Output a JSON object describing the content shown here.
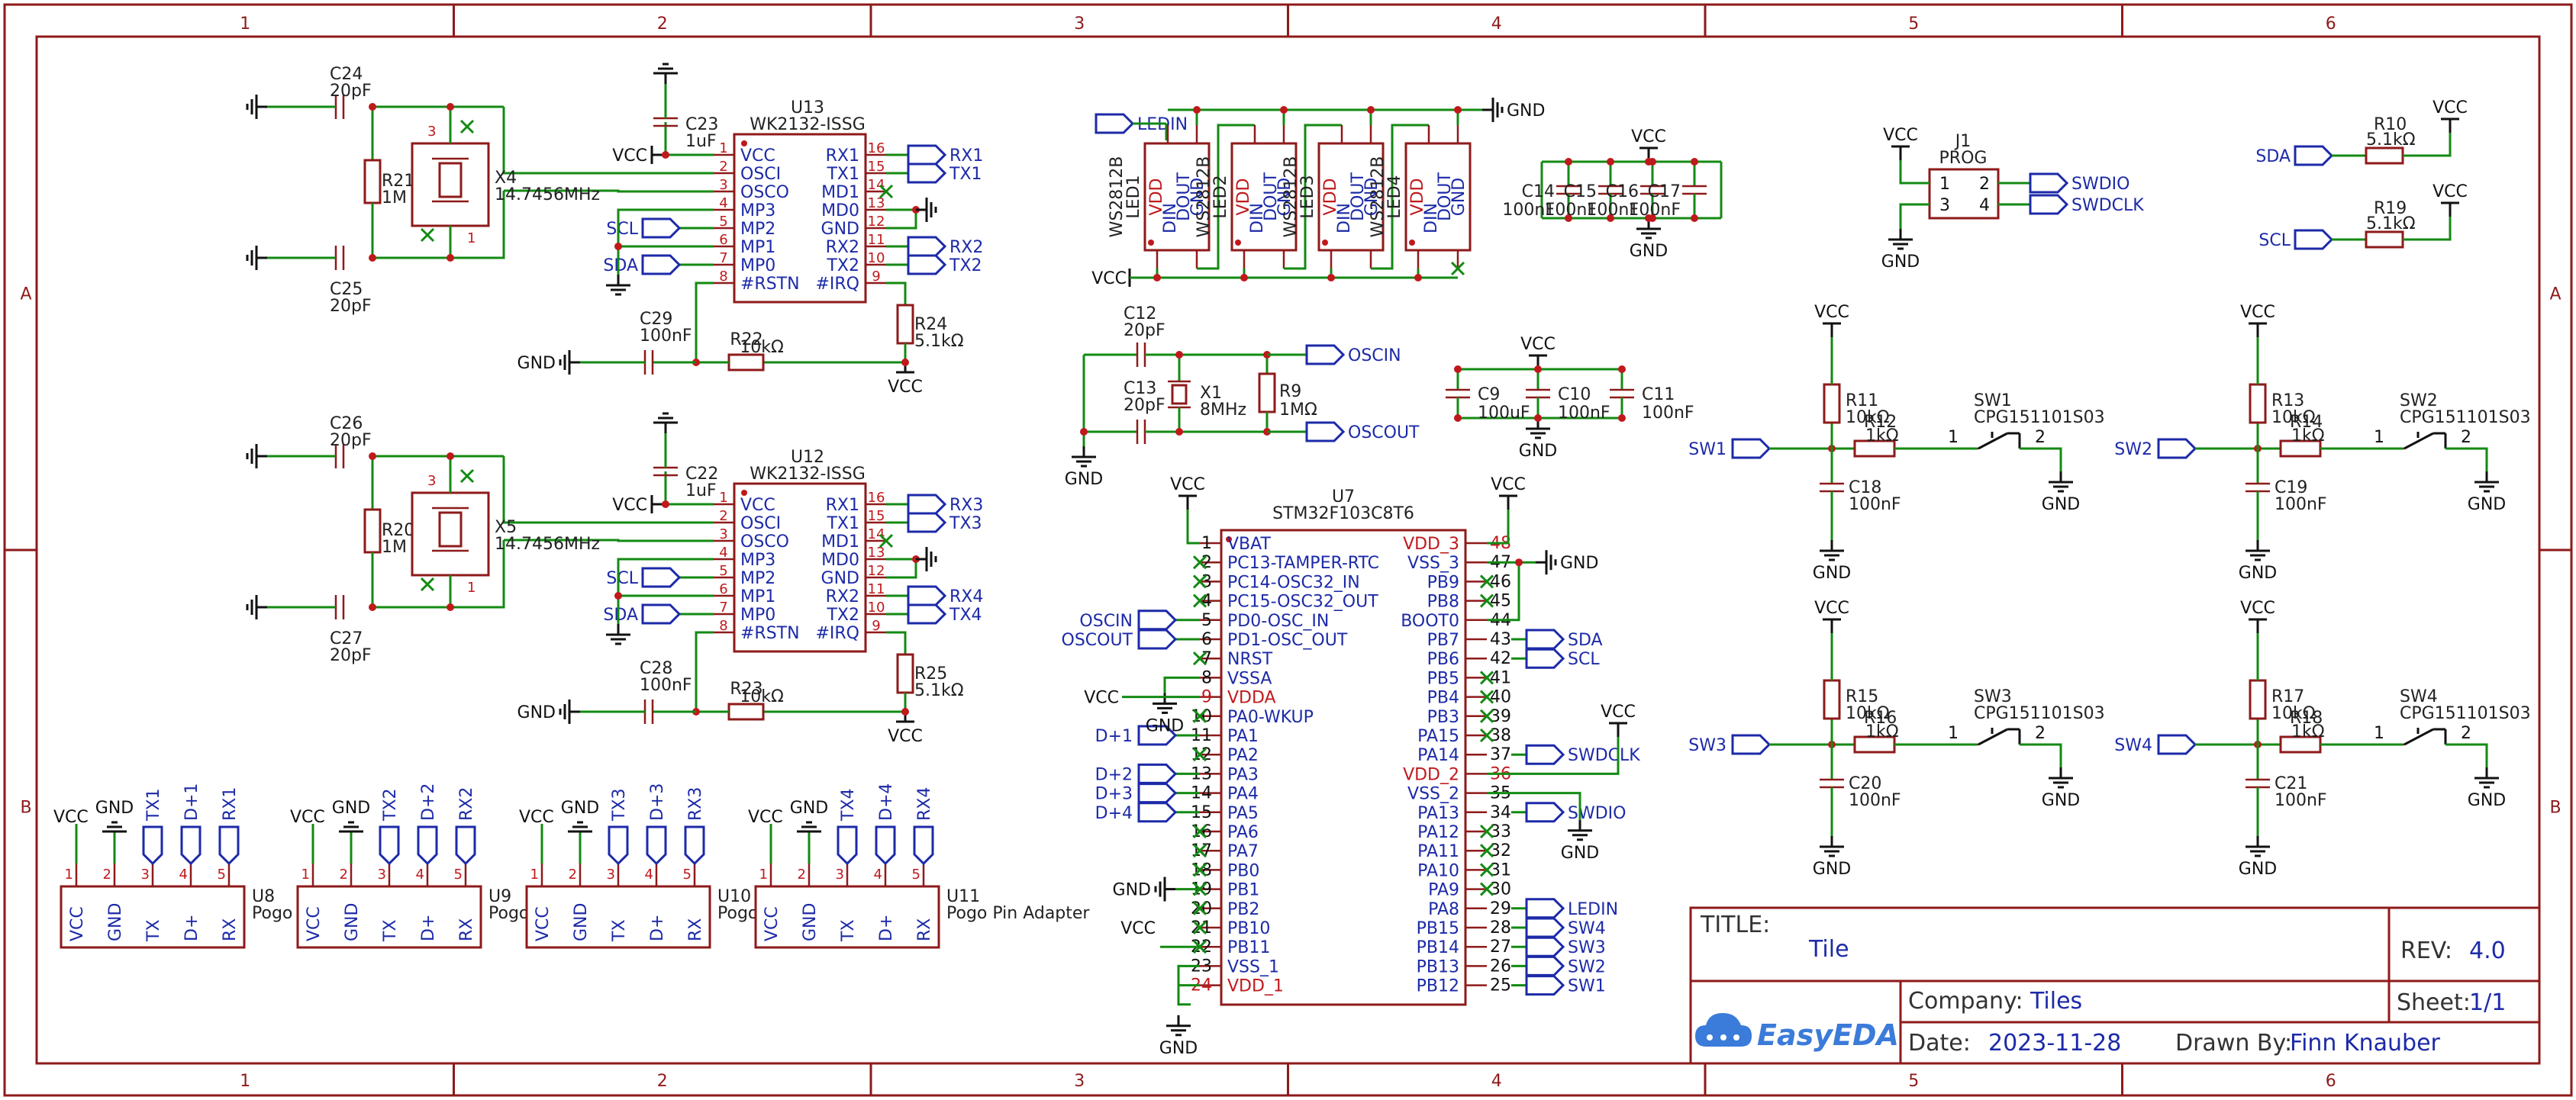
{
  "grid": {
    "columns": [
      "1",
      "2",
      "3",
      "4",
      "5",
      "6"
    ],
    "rows": [
      "A",
      "B"
    ]
  },
  "title_block": {
    "title_label": "TITLE:",
    "title_value": "Tile",
    "rev_label": "REV:",
    "rev_value": "4.0",
    "company_label": "Company:",
    "company_value": "Tiles",
    "sheet_label": "Sheet:",
    "sheet_value": "1/1",
    "date_label": "Date:",
    "date_value": "2023-11-28",
    "drawn_label": "Drawn By:",
    "drawn_value": "Finn Knauber",
    "logo_text": "EasyEDA"
  },
  "uarts": [
    {
      "ref": "U13",
      "part": "WK2132-ISSG",
      "xtal_ref": "X4",
      "xtal_val": "14.7456MHz",
      "c_top_ref": "C24",
      "c_top_val": "20pF",
      "c_bot_ref": "C25",
      "c_bot_val": "20pF",
      "r_ref": "R21",
      "r_val": "1M",
      "c_dec_ref": "C23",
      "c_dec_val": "1uF",
      "c_rst_ref": "C29",
      "c_rst_val": "100nF",
      "r_rst_ref": "R22",
      "r_rst_val": "10kΩ",
      "r_irq_ref": "R24",
      "r_irq_val": "5.1kΩ",
      "left_pins": [
        [
          "1",
          "VCC"
        ],
        [
          "2",
          "OSCI"
        ],
        [
          "3",
          "OSCO"
        ],
        [
          "4",
          "MP3"
        ],
        [
          "5",
          "MP2"
        ],
        [
          "6",
          "MP1"
        ],
        [
          "7",
          "MP0"
        ],
        [
          "8",
          "#RSTN"
        ]
      ],
      "right_pins": [
        [
          "16",
          "RX1"
        ],
        [
          "15",
          "TX1"
        ],
        [
          "14",
          "MD1"
        ],
        [
          "13",
          "MD0"
        ],
        [
          "12",
          "GND"
        ],
        [
          "11",
          "RX2"
        ],
        [
          "10",
          "TX2"
        ],
        [
          "9",
          "#IRQ"
        ]
      ],
      "nets_right": [
        "RX1",
        "TX1",
        "RX2",
        "TX2"
      ],
      "nets_left": [
        "SCL",
        "SDA"
      ],
      "vcc": "VCC",
      "gnd": "GND"
    },
    {
      "ref": "U12",
      "part": "WK2132-ISSG",
      "xtal_ref": "X5",
      "xtal_val": "14.7456MHz",
      "c_top_ref": "C26",
      "c_top_val": "20pF",
      "c_bot_ref": "C27",
      "c_bot_val": "20pF",
      "r_ref": "R20",
      "r_val": "1M",
      "c_dec_ref": "C22",
      "c_dec_val": "1uF",
      "c_rst_ref": "C28",
      "c_rst_val": "100nF",
      "r_rst_ref": "R23",
      "r_rst_val": "10kΩ",
      "r_irq_ref": "R25",
      "r_irq_val": "5.1kΩ",
      "left_pins": [
        [
          "1",
          "VCC"
        ],
        [
          "2",
          "OSCI"
        ],
        [
          "3",
          "OSCO"
        ],
        [
          "4",
          "MP3"
        ],
        [
          "5",
          "MP2"
        ],
        [
          "6",
          "MP1"
        ],
        [
          "7",
          "MP0"
        ],
        [
          "8",
          "#RSTN"
        ]
      ],
      "right_pins": [
        [
          "16",
          "RX1"
        ],
        [
          "15",
          "TX1"
        ],
        [
          "14",
          "MD1"
        ],
        [
          "13",
          "MD0"
        ],
        [
          "12",
          "GND"
        ],
        [
          "11",
          "RX2"
        ],
        [
          "10",
          "TX2"
        ],
        [
          "9",
          "#IRQ"
        ]
      ],
      "nets_right": [
        "RX3",
        "TX3",
        "RX4",
        "TX4"
      ],
      "nets_left": [
        "SCL",
        "SDA"
      ],
      "vcc": "VCC",
      "gnd": "GND"
    }
  ],
  "pogo": [
    {
      "ref": "U8",
      "name": "Pogo Pin Adapter",
      "tx": "TX1",
      "dp": "D+1",
      "rx": "RX1"
    },
    {
      "ref": "U9",
      "name": "Pogo Pin Adapter",
      "tx": "TX2",
      "dp": "D+2",
      "rx": "RX2"
    },
    {
      "ref": "U10",
      "name": "Pogo Pin Adapter",
      "tx": "TX3",
      "dp": "D+3",
      "rx": "RX3"
    },
    {
      "ref": "U11",
      "name": "Pogo Pin Adapter",
      "tx": "TX4",
      "dp": "D+4",
      "rx": "RX4"
    }
  ],
  "pogo_pins": [
    [
      "1",
      "VCC"
    ],
    [
      "2",
      "GND"
    ],
    [
      "3",
      "TX"
    ],
    [
      "4",
      "D+"
    ],
    [
      "5",
      "RX"
    ]
  ],
  "leds": {
    "items": [
      {
        "ref": "LED1",
        "part": "WS2812B"
      },
      {
        "ref": "LED2",
        "part": "WS2812B"
      },
      {
        "ref": "LED3",
        "part": "WS2812B"
      },
      {
        "ref": "LED4",
        "part": "WS2812B"
      }
    ],
    "pin_labels": [
      "VDD",
      "DIN",
      "DOUT",
      "GND"
    ],
    "in_net": "LEDIN",
    "vcc": "VCC",
    "gnd": "GND"
  },
  "decoupling_top": {
    "caps": [
      [
        "C14",
        "100nF"
      ],
      [
        "C15",
        "100nF"
      ],
      [
        "C16",
        "100nF"
      ],
      [
        "C17",
        "100nF"
      ]
    ],
    "vcc": "VCC",
    "gnd": "GND"
  },
  "decoupling_mid": {
    "caps": [
      [
        "C9",
        "100uF"
      ],
      [
        "C10",
        "100nF"
      ],
      [
        "C11",
        "100nF"
      ]
    ],
    "vcc": "VCC",
    "gnd": "GND"
  },
  "prog": {
    "ref": "J1",
    "name": "PROG",
    "pins": [
      "1",
      "2",
      "3",
      "4"
    ],
    "nets": [
      "SWDIO",
      "SWDCLK"
    ],
    "vcc": "VCC",
    "gnd": "GND"
  },
  "pullups": [
    {
      "net": "SDA",
      "ref": "R10",
      "val": "5.1kΩ",
      "vcc": "VCC"
    },
    {
      "net": "SCL",
      "ref": "R19",
      "val": "5.1kΩ",
      "vcc": "VCC"
    }
  ],
  "hse": {
    "c_top_ref": "C12",
    "c_top_val": "20pF",
    "c_bot_ref": "C13",
    "c_bot_val": "20pF",
    "x_ref": "X1",
    "x_val": "8MHz",
    "r_ref": "R9",
    "r_val": "1MΩ",
    "net_in": "OSCIN",
    "net_out": "OSCOUT",
    "gnd": "GND"
  },
  "switches": [
    {
      "net": "SW1",
      "r_up": "R11",
      "r_up_val": "10kΩ",
      "r_s": "R12",
      "r_s_val": "1kΩ",
      "sw": "SW1",
      "part": "CPG151101S03",
      "c": "C18",
      "c_val": "100nF"
    },
    {
      "net": "SW2",
      "r_up": "R13",
      "r_up_val": "10kΩ",
      "r_s": "R14",
      "r_s_val": "1kΩ",
      "sw": "SW2",
      "part": "CPG151101S03",
      "c": "C19",
      "c_val": "100nF"
    },
    {
      "net": "SW3",
      "r_up": "R15",
      "r_up_val": "10kΩ",
      "r_s": "R16",
      "r_s_val": "1kΩ",
      "sw": "SW3",
      "part": "CPG151101S03",
      "c": "C20",
      "c_val": "100nF"
    },
    {
      "net": "SW4",
      "r_up": "R17",
      "r_up_val": "10kΩ",
      "r_s": "R18",
      "r_s_val": "1kΩ",
      "sw": "SW4",
      "part": "CPG151101S03",
      "c": "C21",
      "c_val": "100nF"
    }
  ],
  "switch_pins": [
    "1",
    "2"
  ],
  "mcu": {
    "ref": "U7",
    "part": "STM32F103C8T6",
    "left_pins": [
      [
        "1",
        "VBAT",
        ""
      ],
      [
        "2",
        "PC13-TAMPER-RTC",
        ""
      ],
      [
        "3",
        "PC14-OSC32_IN",
        ""
      ],
      [
        "4",
        "PC15-OSC32_OUT",
        ""
      ],
      [
        "5",
        "PD0-OSC_IN",
        "OSCIN"
      ],
      [
        "6",
        "PD1-OSC_OUT",
        "OSCOUT"
      ],
      [
        "7",
        "NRST",
        ""
      ],
      [
        "8",
        "VSSA",
        ""
      ],
      [
        "9",
        "VDDA",
        ""
      ],
      [
        "10",
        "PA0-WKUP",
        ""
      ],
      [
        "11",
        "PA1",
        "D+1"
      ],
      [
        "12",
        "PA2",
        ""
      ],
      [
        "13",
        "PA3",
        "D+2"
      ],
      [
        "14",
        "PA4",
        "D+3"
      ],
      [
        "15",
        "PA5",
        "D+4"
      ],
      [
        "16",
        "PA6",
        ""
      ],
      [
        "17",
        "PA7",
        ""
      ],
      [
        "18",
        "PB0",
        ""
      ],
      [
        "19",
        "PB1",
        ""
      ],
      [
        "20",
        "PB2",
        ""
      ],
      [
        "21",
        "PB10",
        ""
      ],
      [
        "22",
        "PB11",
        ""
      ],
      [
        "23",
        "VSS_1",
        ""
      ],
      [
        "24",
        "VDD_1",
        ""
      ]
    ],
    "right_pins": [
      [
        "48",
        "VDD_3",
        ""
      ],
      [
        "47",
        "VSS_3",
        ""
      ],
      [
        "46",
        "PB9",
        ""
      ],
      [
        "45",
        "PB8",
        ""
      ],
      [
        "44",
        "BOOT0",
        ""
      ],
      [
        "43",
        "PB7",
        "SDA"
      ],
      [
        "42",
        "PB6",
        "SCL"
      ],
      [
        "41",
        "PB5",
        ""
      ],
      [
        "40",
        "PB4",
        ""
      ],
      [
        "39",
        "PB3",
        ""
      ],
      [
        "38",
        "PA15",
        ""
      ],
      [
        "37",
        "PA14",
        "SWDCLK"
      ],
      [
        "36",
        "VDD_2",
        ""
      ],
      [
        "35",
        "VSS_2",
        ""
      ],
      [
        "34",
        "PA13",
        "SWDIO"
      ],
      [
        "33",
        "PA12",
        ""
      ],
      [
        "32",
        "PA11",
        ""
      ],
      [
        "31",
        "PA10",
        ""
      ],
      [
        "30",
        "PA9",
        ""
      ],
      [
        "29",
        "PA8",
        "LEDIN"
      ],
      [
        "28",
        "PB15",
        "SW4"
      ],
      [
        "27",
        "PB14",
        "SW3"
      ],
      [
        "26",
        "PB13",
        "SW2"
      ],
      [
        "25",
        "PB12",
        "SW1"
      ]
    ],
    "red_pins": [
      "VDDA",
      "VDD_1",
      "VDD_3",
      "VDD_2"
    ],
    "vcc": "VCC",
    "gnd": "GND"
  }
}
